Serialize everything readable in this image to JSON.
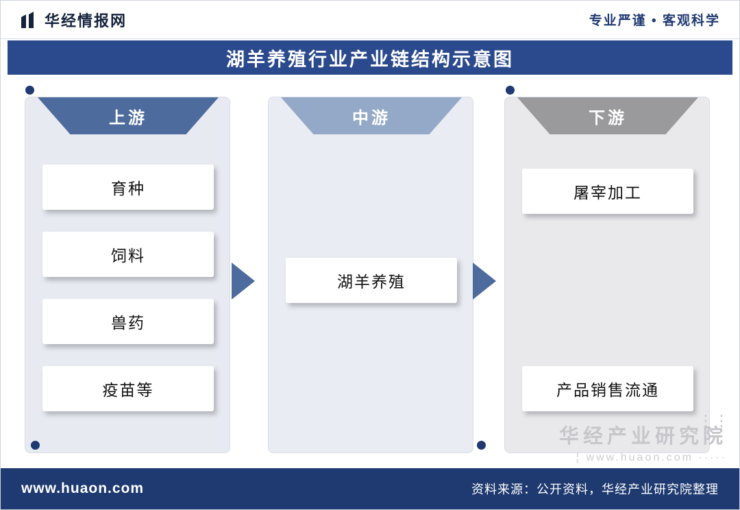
{
  "header": {
    "logo_text": "华经情报网",
    "tagline": "专业严谨 • 客观科学"
  },
  "title": "湖羊养殖行业产业链结构示意图",
  "columns": [
    {
      "label": "上游",
      "items": [
        "育种",
        "饲料",
        "兽药",
        "疫苗等"
      ]
    },
    {
      "label": "中游",
      "items": [
        "湖羊养殖"
      ]
    },
    {
      "label": "下游",
      "items": [
        "屠宰加工",
        "产品销售流通"
      ]
    }
  ],
  "watermark": {
    "main": "华经产业研究院",
    "sub": "¦  www.huaon.com  ·····"
  },
  "footer": {
    "site": "www.huaon.com",
    "source": "资料来源：公开资料，华经产业研究院整理"
  },
  "colors": {
    "navy": "#1e3a70",
    "titleBlue": "#2b4a8e",
    "upTab": "#4d6b9c",
    "midTab": "#93a9c7",
    "downTab": "#9a9a9c",
    "arrow": "#4d6b9c"
  }
}
